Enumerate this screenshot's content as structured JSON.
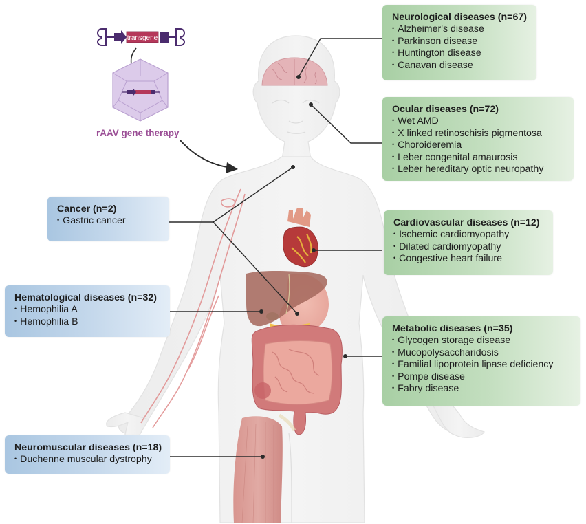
{
  "figure": {
    "vector_label": "transgene",
    "therapy_label": "rAAV gene therapy",
    "colors": {
      "green_box": "#b9d8b5",
      "blue_box": "#bcd3ea",
      "therapy_text": "#9b4f96",
      "capsid": "#d8c6e6",
      "transgene": "#b5385a",
      "itr": "#4b2c6e",
      "organ_red": "#c96a6e",
      "body": "#efefef",
      "leader_line": "#2b2b2b"
    }
  },
  "categories": [
    {
      "id": "neurological",
      "title": "Neurological diseases (n=67)",
      "name": "Neurological diseases",
      "n": 67,
      "organ": "brain",
      "items": [
        "Alzheimer's disease",
        "Parkinson disease",
        "Huntington disease",
        "Canavan disease"
      ]
    },
    {
      "id": "ocular",
      "title": "Ocular diseases (n=72)",
      "name": "Ocular diseases",
      "n": 72,
      "organ": "eye",
      "items": [
        "Wet AMD",
        "X linked retinoschisis pigmentosa",
        "Choroideremia",
        "Leber congenital amaurosis",
        "Leber hereditary optic neuropathy"
      ]
    },
    {
      "id": "cardiovascular",
      "title": "Cardiovascular diseases (n=12)",
      "name": "Cardiovascular diseases",
      "n": 12,
      "organ": "heart",
      "items": [
        "Ischemic cardiomyopathy",
        "Dilated cardiomyopathy",
        "Congestive heart failure"
      ]
    },
    {
      "id": "metabolic",
      "title": "Metabolic diseases (n=35)",
      "name": "Metabolic diseases",
      "n": 35,
      "organ": "abdomen",
      "items": [
        "Glycogen storage disease",
        "Mucopolysaccharidosis",
        "Familial lipoprotein lipase deficiency",
        "Pompe disease",
        "Fabry disease"
      ]
    },
    {
      "id": "cancer",
      "title": "Cancer (n=2)",
      "name": "Cancer",
      "n": 2,
      "organ": "stomach",
      "items": [
        "Gastric cancer"
      ]
    },
    {
      "id": "hematological",
      "title": "Hematological diseases (n=32)",
      "name": "Hematological diseases",
      "n": 32,
      "organ": "liver",
      "items": [
        "Hemophilia A",
        "Hemophilia B"
      ]
    },
    {
      "id": "neuromuscular",
      "title": "Neuromuscular diseases (n=18)",
      "name": "Neuromuscular diseases",
      "n": 18,
      "organ": "thigh-muscle",
      "items": [
        "Duchenne muscular dystrophy"
      ]
    }
  ]
}
